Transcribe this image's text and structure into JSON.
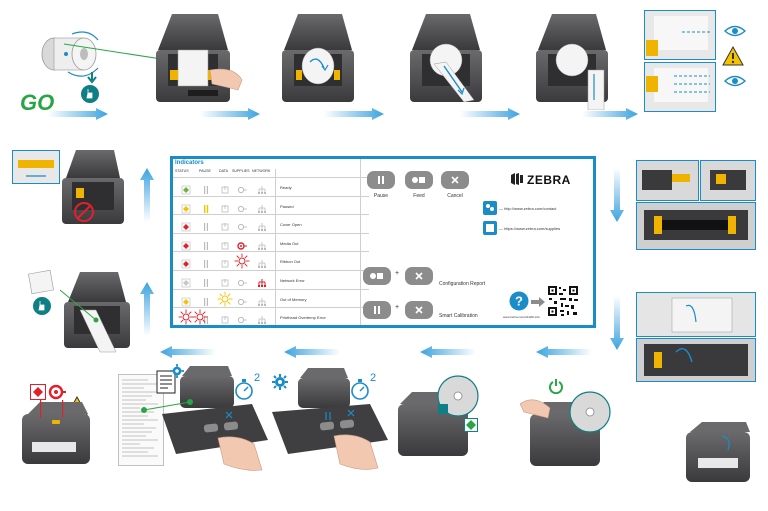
{
  "steps": {
    "go_label": "GO",
    "counter_2a": "2",
    "counter_2b": "2"
  },
  "panel": {
    "indicators_title": "Indicators",
    "columns": [
      "STATUS",
      "PAUSE",
      "DATA",
      "SUPPLIES",
      "NETWORK"
    ],
    "rows": [
      {
        "label": "Ready"
      },
      {
        "label": "Paused"
      },
      {
        "label": "Cover Open"
      },
      {
        "label": "Media Out"
      },
      {
        "label": "Ribbon Out"
      },
      {
        "label": "Network Error"
      },
      {
        "label": "Out of Memory"
      },
      {
        "label": "Printhead Overtemp Error"
      }
    ],
    "buttons": {
      "pause_label": "Pause",
      "feed_label": "Feed",
      "cancel_label": "Cancel"
    },
    "combos": {
      "config_report_label": "Configuration Report",
      "smart_calibration_label": "Smart Calibration"
    },
    "brand": "ZEBRA",
    "contact_url": "— http://www.zebra.com/contact",
    "supplies_url": "— https://www.zebra.com/supplies",
    "qr_caption": "www.zebra.com/zd420t-info"
  },
  "colors": {
    "accent_blue": "#1a8cc8",
    "arrow_blue": "#3ba3df",
    "go_green": "#2aa545",
    "teal": "#0f7f86",
    "error_red": "#e0212b",
    "warn_yellow": "#f5c400",
    "ok_green": "#6cb33f",
    "button_gray": "#8c8c8c",
    "printer_dark": "#4b4b4d"
  }
}
